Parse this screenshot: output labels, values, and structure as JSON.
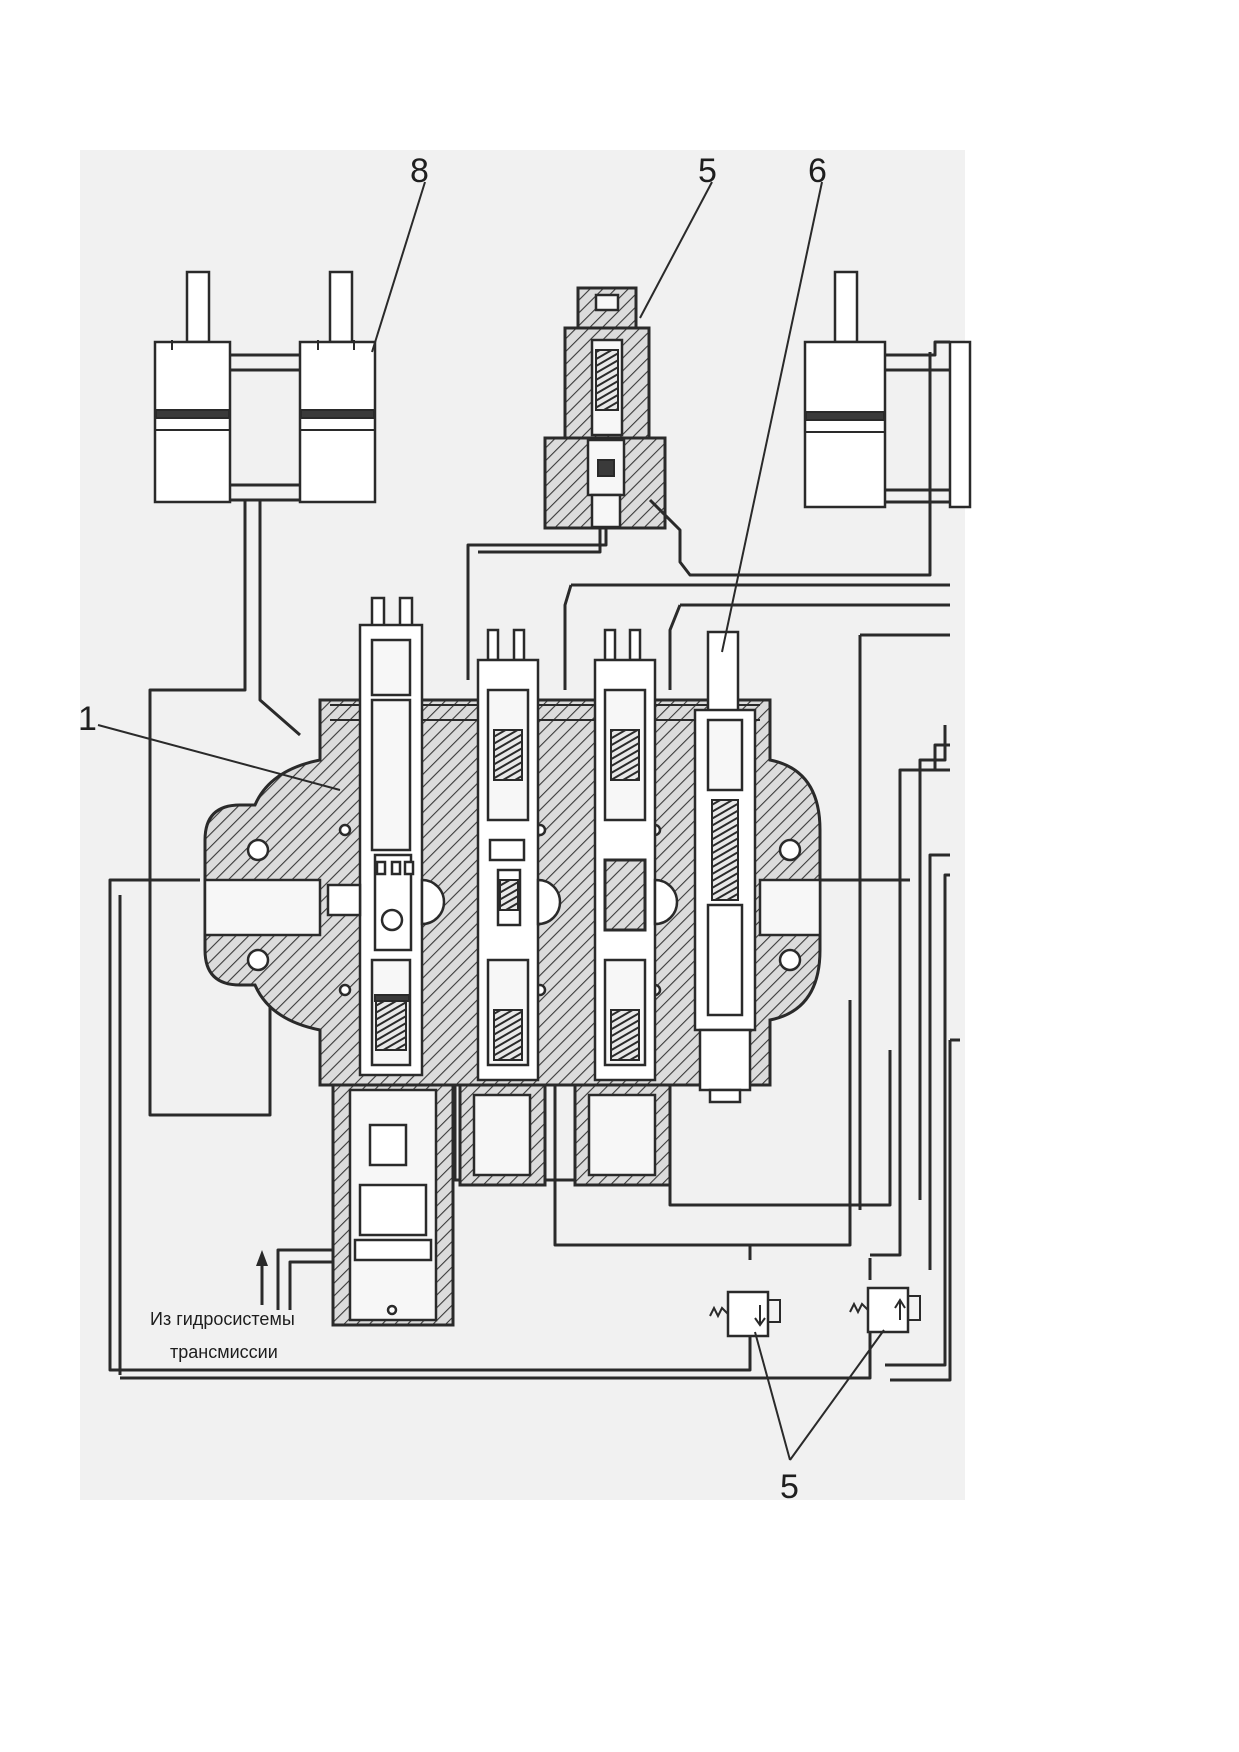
{
  "callouts": [
    {
      "id": "c8",
      "label": "8"
    },
    {
      "id": "c5top",
      "label": "5"
    },
    {
      "id": "c6",
      "label": "6"
    },
    {
      "id": "c1",
      "label": "1"
    },
    {
      "id": "c5bottom",
      "label": "5"
    }
  ],
  "inlet_caption": {
    "line1": "Из гидросистемы",
    "line2": "трансмиссии"
  }
}
